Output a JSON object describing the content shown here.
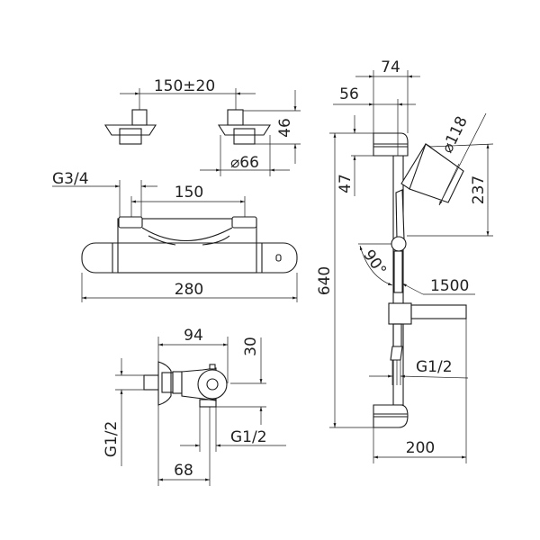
{
  "wall_connectors": {
    "spacing": "150±20",
    "height": "46",
    "diameter": "⌀66"
  },
  "thermostat_front": {
    "inlet_thread": "G3/4",
    "inlet_spacing": "150",
    "width": "280"
  },
  "thermostat_side": {
    "depth": "94",
    "outlet_offset": "30",
    "inlet_thread": "G1/2",
    "outlet_thread": "G1/2",
    "outlet_depth": "68"
  },
  "shower_set": {
    "bracket_width": "74",
    "rail_width": "56",
    "bracket_height": "47",
    "rail_length": "640",
    "head_diameter": "⌀118",
    "head_height": "237",
    "tilt_angle": "90°",
    "hose_length": "1500",
    "hose_thread": "G1/2",
    "soap_dish_width": "200"
  }
}
